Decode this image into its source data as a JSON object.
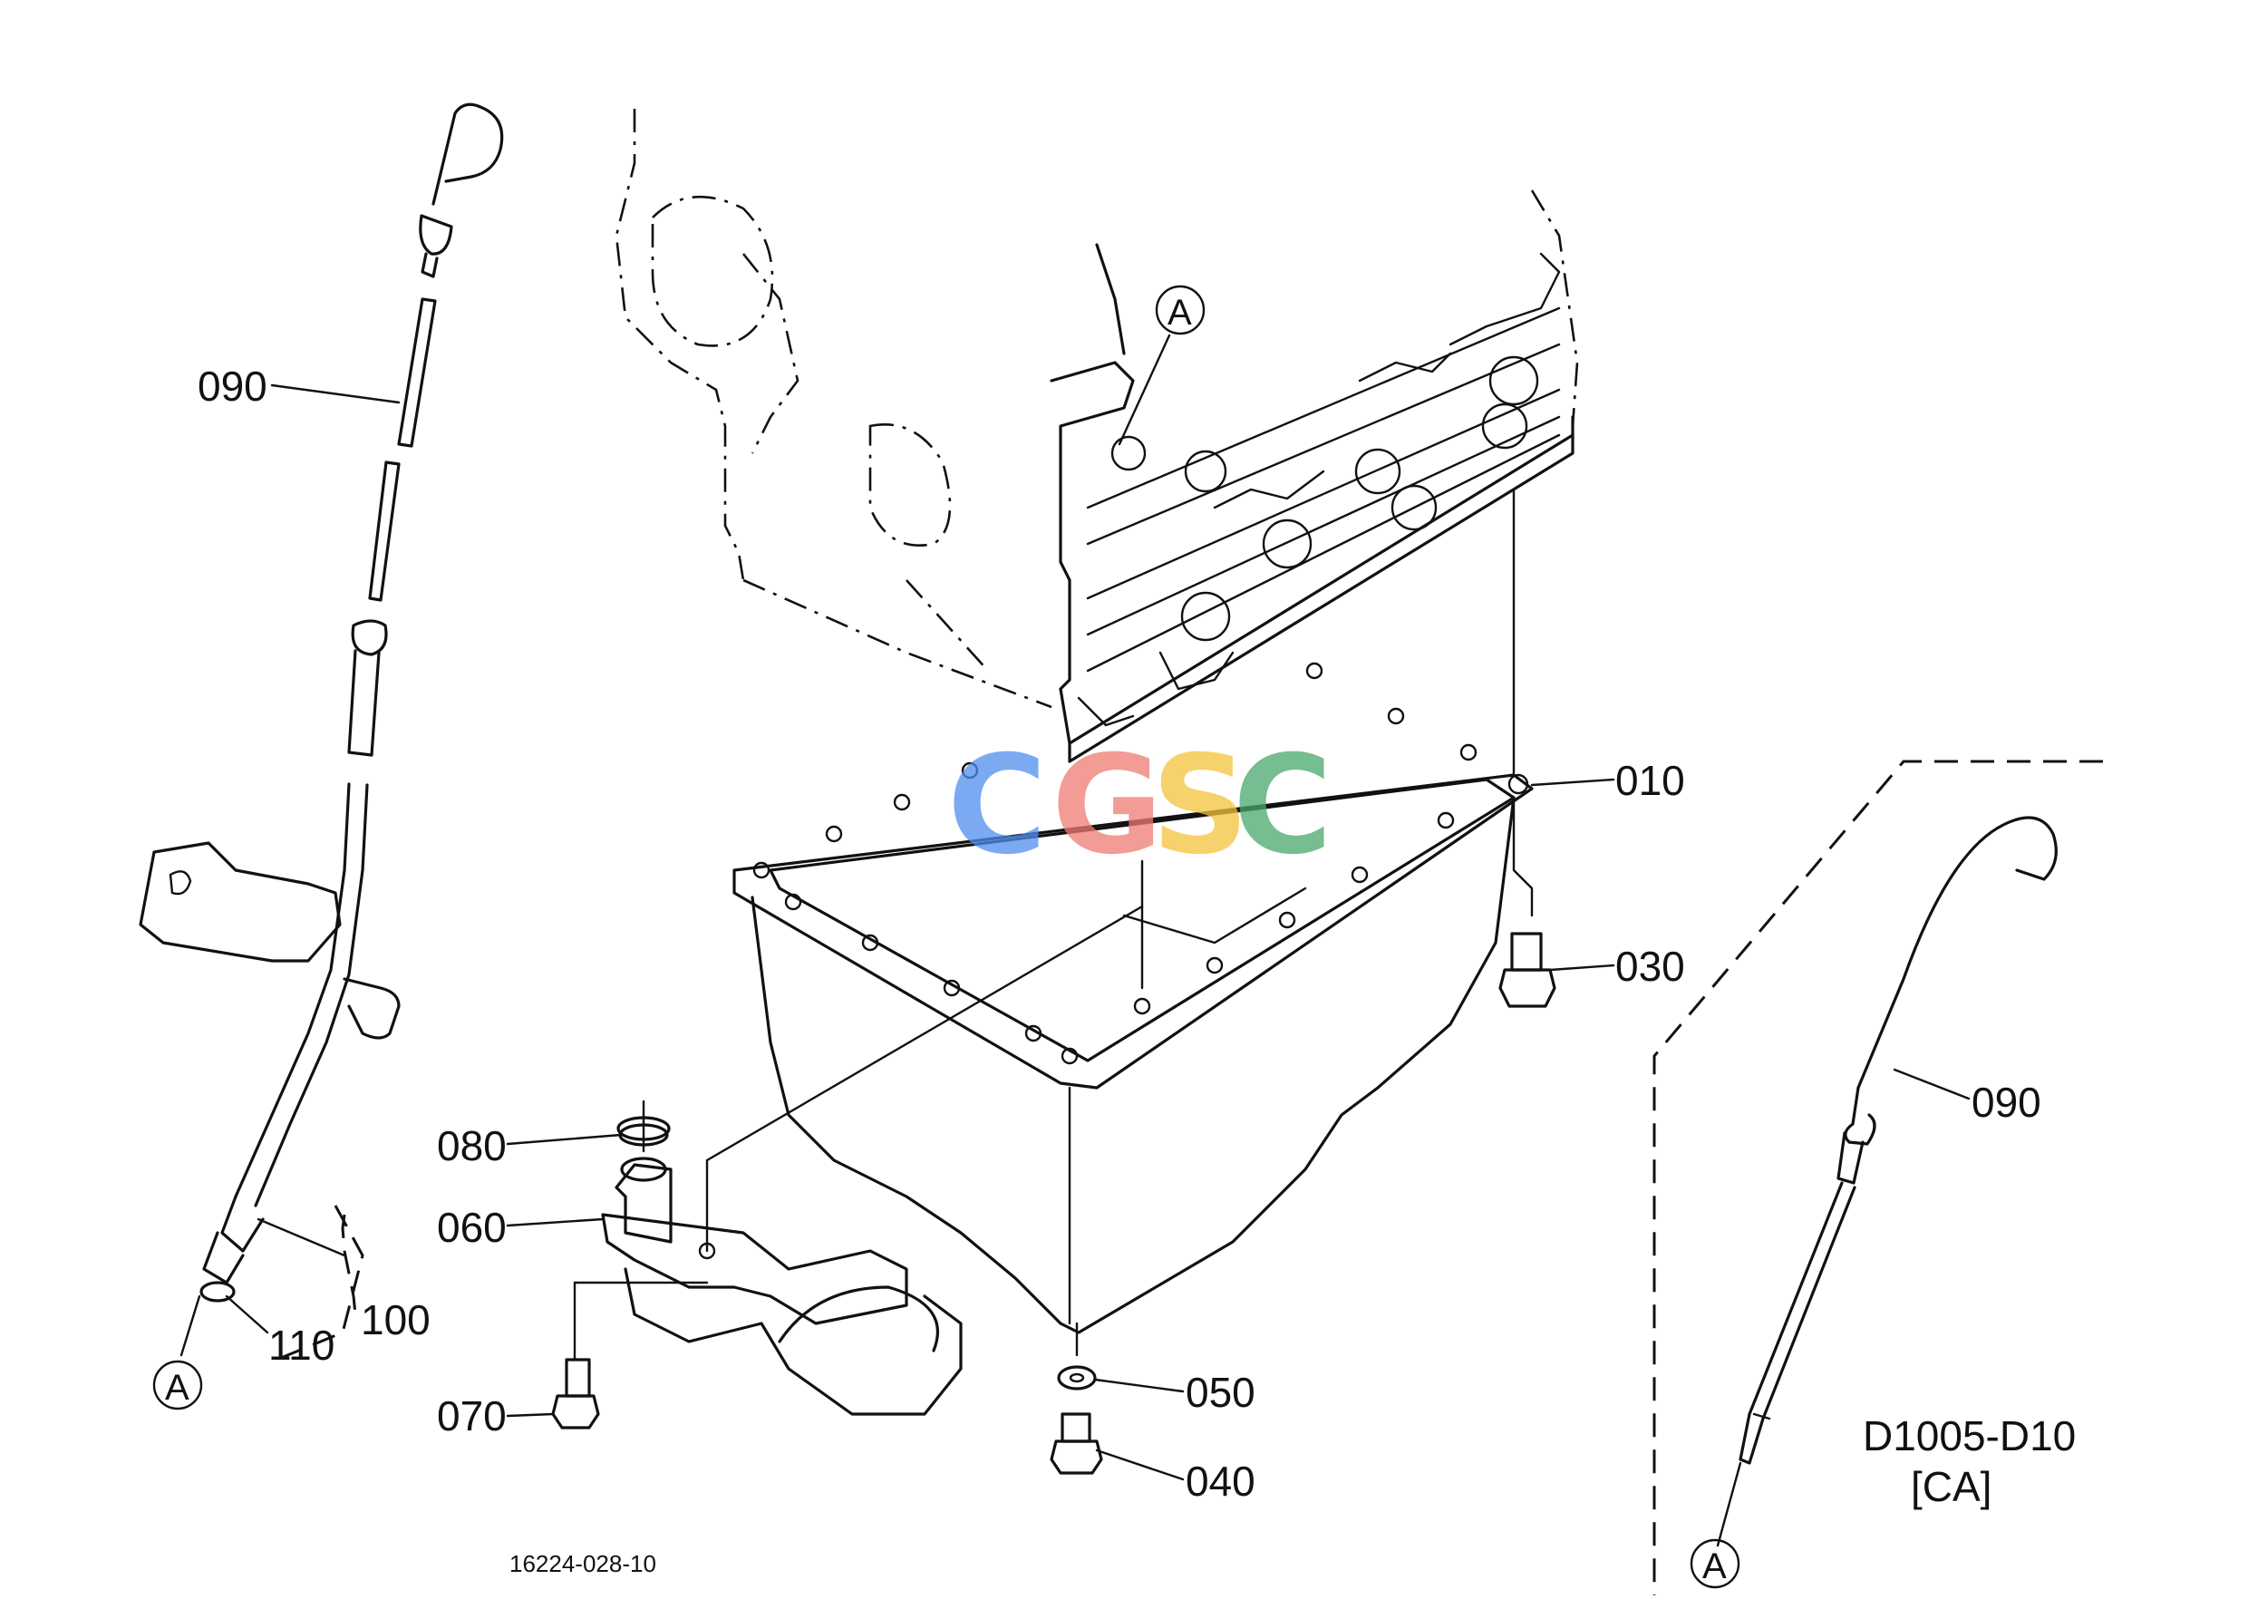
{
  "parts": {
    "p010": "010",
    "p030": "030",
    "p040": "040",
    "p050": "050",
    "p060": "060",
    "p070": "070",
    "p080": "080",
    "p090_left": "090",
    "p090_right": "090",
    "p100": "100",
    "p110": "110"
  },
  "refs": {
    "a_left": "A",
    "a_top": "A",
    "a_right": "A"
  },
  "model": {
    "line1": "D1005-D10",
    "line2": "[CA]"
  },
  "drawing_number": "16224-028-10",
  "watermark": {
    "c1": "C",
    "g": "G",
    "s": "S",
    "c2": "C",
    "colors": {
      "c1": "#4f8ef0",
      "g": "#ef7a72",
      "s": "#f4c43c",
      "c2": "#4aa86e"
    }
  }
}
